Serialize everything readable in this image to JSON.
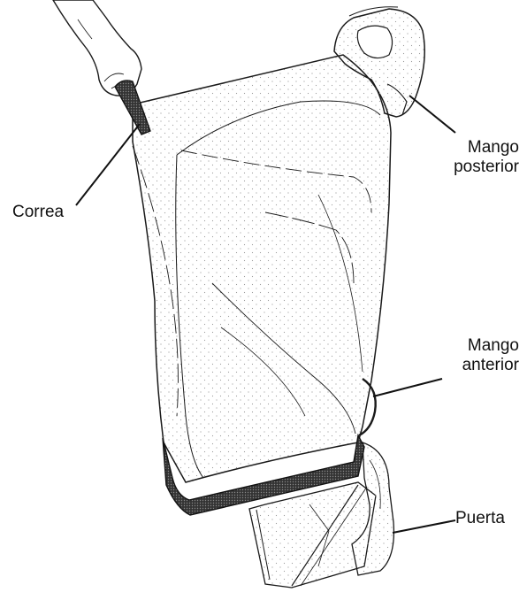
{
  "labels": {
    "correa": "Correa",
    "mango_posterior": [
      "Mango",
      "posterior"
    ],
    "mango_anterior": [
      "Mango",
      "anterior"
    ],
    "puerta": "Puerta"
  },
  "colors": {
    "line": "#1a1a1a",
    "stipple": "#9a9a9a",
    "bag_fill": "#ffffff",
    "frame": "#222222"
  }
}
